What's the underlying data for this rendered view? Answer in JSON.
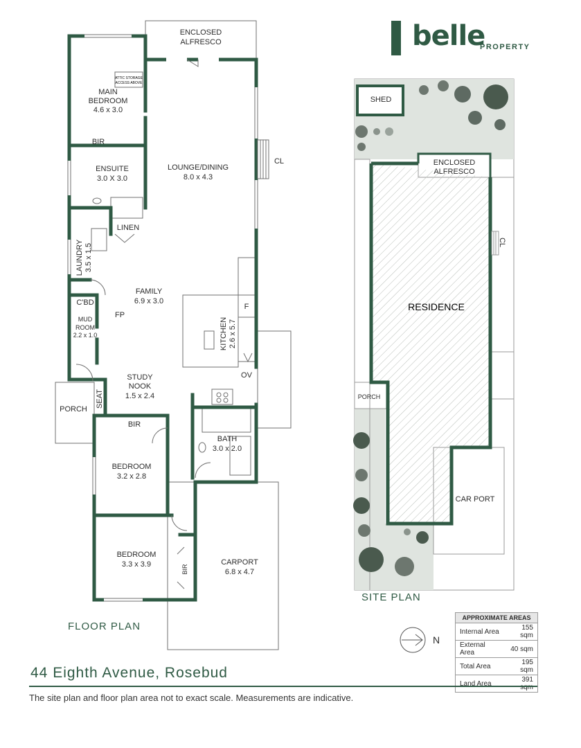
{
  "brand": {
    "word": "belle",
    "sub": "PROPERTY",
    "color": "#2f5a44"
  },
  "floor_plan": {
    "title": "FLOOR PLAN",
    "rooms": {
      "alfresco_1": "ENCLOSED",
      "alfresco_2": "ALFRESCO",
      "main_bed": "MAIN",
      "main_bed_2": "BEDROOM",
      "main_bed_dim": "4.6 x 3.0",
      "attic_1": "ATTIC STORAGE",
      "attic_2": "ACCESS ABOVE",
      "bir_1": "BIR",
      "ensuite": "ENSUITE",
      "ensuite_dim": "3.0 X 3.0",
      "lounge": "LOUNGE/DINING",
      "lounge_dim": "8.0 x 4.3",
      "cl": "CL",
      "linen": "LINEN",
      "laundry": "LAUNDRY",
      "laundry_dim": "3.5 x 1.5",
      "family": "FAMILY",
      "family_dim": "6.9 x 3.0",
      "cbd": "C'BD",
      "fp": "FP",
      "mud": "MUD",
      "mud_2": "ROOM",
      "mud_dim": "2.2 x 1.0",
      "kitchen": "KITCHEN",
      "kitchen_dim": "2.6 x 5.7",
      "f": "F",
      "ov": "OV",
      "study": "STUDY",
      "study_2": "NOOK",
      "study_dim": "1.5 x 2.4",
      "porch": "PORCH",
      "seat": "SEAT",
      "bir_2": "BIR",
      "bath": "BATH",
      "bath_dim": "3.0 x 2.0",
      "bed2": "BEDROOM",
      "bed2_dim": "3.2 x 2.8",
      "bed3": "BEDROOM",
      "bed3_dim": "3.3 x 3.9",
      "bir_3": "BIR",
      "carport": "CARPORT",
      "carport_dim": "6.8 x 4.7"
    }
  },
  "site_plan": {
    "title": "SITE PLAN",
    "labels": {
      "shed": "SHED",
      "alfresco_1": "ENCLOSED",
      "alfresco_2": "ALFRESCO",
      "cl": "CL",
      "residence": "RESIDENCE",
      "porch": "PORCH",
      "carport": "CAR PORT"
    }
  },
  "north_label": "N",
  "areas": {
    "title": "APPROXIMATE AREAS",
    "rows": [
      {
        "label": "Internal Area",
        "value": "155 sqm"
      },
      {
        "label": "External Area",
        "value": "40 sqm"
      },
      {
        "label": "Total Area",
        "value": "195 sqm"
      },
      {
        "label": "Land Area",
        "value": "391 sqm"
      }
    ]
  },
  "address": "44 Eighth Avenue, Rosebud",
  "disclaimer": "The site plan and floor plan area not to exact  scale. Measurements are indicative.",
  "colors": {
    "wall": "#2f5a44",
    "site_bg": "#dfe4df",
    "hatch": "#b8bdb8"
  }
}
